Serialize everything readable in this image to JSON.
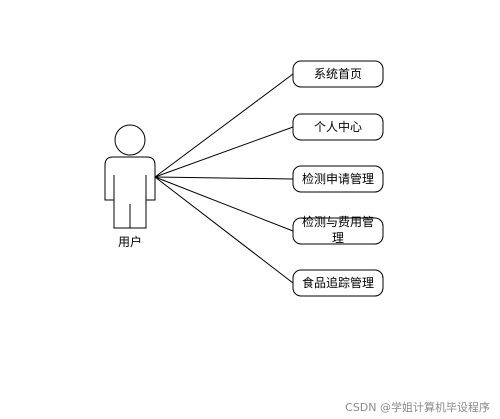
{
  "actor": {
    "label": "用户"
  },
  "use_cases": [
    {
      "lines": [
        "系统首页"
      ]
    },
    {
      "lines": [
        "个人中心"
      ]
    },
    {
      "lines": [
        "检测申请管理"
      ]
    },
    {
      "lines": [
        "检测与费用管",
        "理"
      ]
    },
    {
      "lines": [
        "食品追踪管理"
      ]
    }
  ],
  "watermark": "CSDN @学姐计算机毕设程序",
  "colors": {
    "stroke": "#000000",
    "fill": "#ffffff",
    "watermark": "#8a8a8a"
  }
}
